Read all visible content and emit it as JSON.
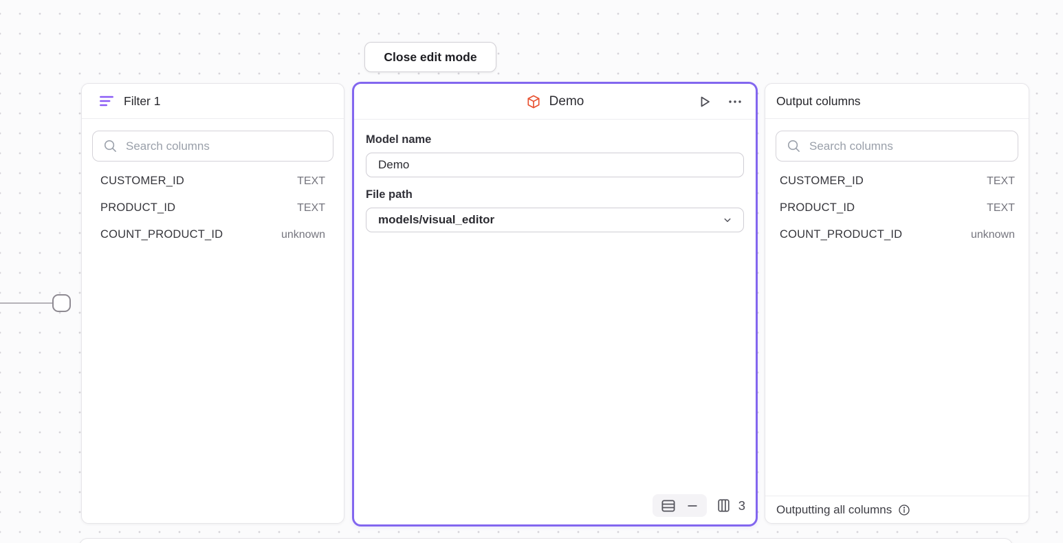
{
  "canvas": {
    "close_button_label": "Close edit mode"
  },
  "filter_panel": {
    "title": "Filter 1",
    "search_placeholder": "Search columns",
    "columns": [
      {
        "name": "CUSTOMER_ID",
        "type": "TEXT"
      },
      {
        "name": "PRODUCT_ID",
        "type": "TEXT"
      },
      {
        "name": "COUNT_PRODUCT_ID",
        "type": "unknown"
      }
    ]
  },
  "model_panel": {
    "title": "Demo",
    "model_name_label": "Model name",
    "model_name_value": "Demo",
    "file_path_label": "File path",
    "file_path_value": "models/visual_editor",
    "column_count": "3"
  },
  "output_panel": {
    "title": "Output columns",
    "search_placeholder": "Search columns",
    "columns": [
      {
        "name": "CUSTOMER_ID",
        "type": "TEXT"
      },
      {
        "name": "PRODUCT_ID",
        "type": "TEXT"
      },
      {
        "name": "COUNT_PRODUCT_ID",
        "type": "unknown"
      }
    ],
    "footer_text": "Outputting all columns"
  },
  "colors": {
    "selection": "#8266ef",
    "filter-icon": "#8b5cf6",
    "model-icon": "#e8502f"
  }
}
